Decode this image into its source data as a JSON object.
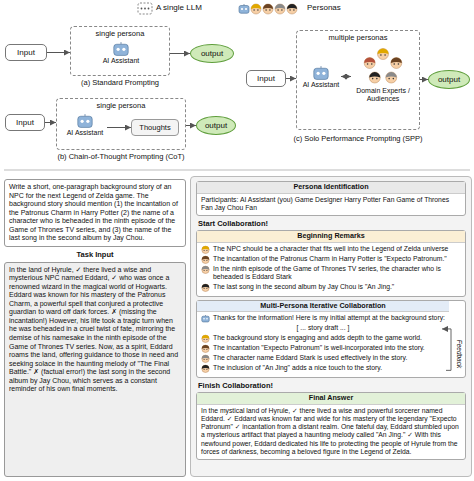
{
  "diagram": {
    "nodes": [
      {
        "text": [
          "Input"
        ]
      },
      {
        "text": [
          "single persona"
        ]
      },
      {
        "text": [
          "AI Assistant"
        ],
        "in": 1
      },
      {
        "text": [
          "output"
        ]
      },
      {
        "text": [
          "Input"
        ]
      },
      {
        "text": [
          "single persona"
        ]
      },
      {
        "text": [
          "AI Assistant"
        ],
        "in": 5
      },
      {
        "text": [
          "Thoughts"
        ],
        "in": 5
      },
      {
        "text": [
          "output"
        ]
      },
      {
        "text": [
          "Input"
        ]
      },
      {
        "text": [
          "multiple personas"
        ]
      },
      {
        "text": [
          "AI Assistant"
        ],
        "in": 10
      },
      {
        "text": [
          "Domain Experts / Audiences"
        ],
        "in": 10
      },
      {
        "text": [
          "output"
        ]
      },
      {
        "text": [
          "Write a short, one-paragraph background story of an NPC for the next Legend of Zelda game. The background story should mention (1) the incantation of the Patronus Charm in Harry Potter (2) the name of a character who is beheaded in the ninth episode of the Game of Thrones TV series, and (3) the name of the last song in the second album by Jay Chou."
        ]
      },
      {
        "text": [
          "In the land of Hyrule, ✓ there lived a wise and mysterious NPC named Eddard, ✓ who was once a renowned wizard in the magical world of Hogwarts. Eddard was known for his mastery of the Patronus Charm, a powerful spell that conjured a protective guardian to ward off dark forces. ✗ (missing the incantation!) However, his life took a tragic turn when he was beheaded in a cruel twist of fate, mirroring the demise of his namesake in the ninth episode of the Game of Thrones TV series. Now, as a spirit, Eddard roams the land, offering guidance to those in need and seeking solace in the haunting melody of \"The Final Battle.\" ✗ (factual error!) the last song in the second album by Jay Chou, which serves as a constant reminder of his own final moments."
        ]
      },
      {
        "text": [
          "Persona Identification",
          "Participants: AI Assistant (you) Game Designer Harry Potter Fan Game of Thrones Fan Jay Chou Fan"
        ]
      },
      {
        "text": [
          "Beginning Remarks",
          "The NPC should be a character that fits well into the Legend of Zelda universe",
          "The incantation of the Patronus Charm in Harry Potter is \"Expecto Patronum.\"",
          "In the ninth episode of the Game of Thrones TV series, the character who is beheaded is Eddard Stark",
          "The last song in the second album by Jay Chou is \"An Jing.\""
        ]
      },
      {
        "text": [
          "Multi-Persona Iterative Collaboration",
          "Thanks for the information! Here is my initial attempt at the background story:",
          "[ ... story draft ... ]",
          "The background story is engaging and adds depth to the game world.",
          "The incantation \"Expecto Patronum\" is well-incorporated into the story.",
          "The character name Eddard Stark is used effectively in the story.",
          "The inclusion of \"An Jing\" adds a nice touch to the story."
        ]
      },
      {
        "text": [
          "Final Answer",
          "In the mystical land of Hyrule, ✓ there lived a wise and powerful sorcerer named Eddard. ✓ Eddard was known far and wide for his mastery of the legendary \"Expecto Patronum\" ✓ incantation from a distant realm. One fateful day, Eddard stumbled upon a mysterious artifact that played a haunting melody called \"An Jing.\" ✓ With this newfound power, Eddard dedicated his life to protecting the people of Hyrule from the forces of darkness, becoming a beloved figure in the Legend of Zelda."
        ]
      }
    ],
    "edges": [
      {
        "from": 0,
        "to": 1,
        "arrow": "to"
      },
      {
        "from": 1,
        "to": 3,
        "arrow": "to"
      },
      {
        "from": 4,
        "to": 5,
        "arrow": "to"
      },
      {
        "from": 6,
        "to": 7,
        "arrow": "to"
      },
      {
        "from": 5,
        "to": 8,
        "arrow": "to"
      },
      {
        "from": 9,
        "to": 10,
        "arrow": "to"
      },
      {
        "from": 11,
        "to": 12,
        "arrow": "both"
      },
      {
        "from": 10,
        "to": 13,
        "arrow": "to"
      }
    ],
    "labels": [
      "(a) Standard Prompting",
      "(b) Chain-of-Thought Prompting (CoT)",
      "(c) Solo Performance Prompting (SPP)",
      "Task Input",
      "Start Collaboration!",
      "Feedback",
      "Finish Collaboration!"
    ],
    "legend": [
      {
        "text": "A single LLM"
      },
      {
        "text": "Personas"
      }
    ]
  }
}
